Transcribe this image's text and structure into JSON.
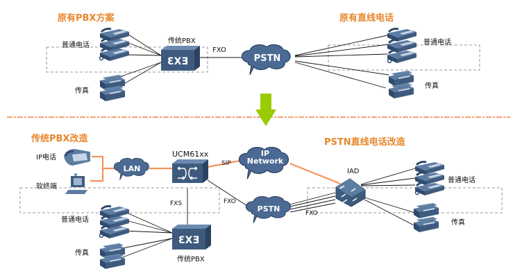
{
  "colors": {
    "title": "#e8862c",
    "device": "#3e5b7e",
    "device_dark": "#2b4263",
    "ip_link": "#f4935a",
    "arrow": "#99cc00",
    "divider": "#f4a070"
  },
  "top": {
    "left_title": "原有PBX方案",
    "right_title": "原有直线电话",
    "pbx_label": "传统PBX",
    "fxo_label": "FXO",
    "pstn_label": "PSTN",
    "phones_left_label": "普通电话",
    "fax_left_label": "传真",
    "phones_right_label": "普通电话",
    "fax_right_label": "传真"
  },
  "bottom": {
    "left_title": "传统PBX改造",
    "right_title": "PSTN直线电话改造",
    "ip_phone_label": "IP电话",
    "softphone_label": "软终端",
    "lan_label": "LAN",
    "ucm_label": "UCM61xx",
    "sip_label": "SIP",
    "ip_network_line1": "IP",
    "ip_network_line2": "Network",
    "fxs_label": "FXS",
    "fxo_label": "FXO",
    "pstn_label": "PSTN",
    "iad_label": "IAD",
    "fxo_iad_label": "FXO",
    "phones_left_label": "普通电话",
    "fax_left_label": "传真",
    "pbx_label": "传统PBX",
    "phones_right_label": "普通电话",
    "fax_right_label": "传真"
  },
  "icons": {
    "transition_arrow": "down-arrow",
    "pbx": "pbx-box",
    "cloud": "cloud",
    "switch": "switch",
    "phone": "desk-phone",
    "fax": "fax-machine",
    "ip_phone": "ip-phone",
    "softphone": "computer"
  }
}
